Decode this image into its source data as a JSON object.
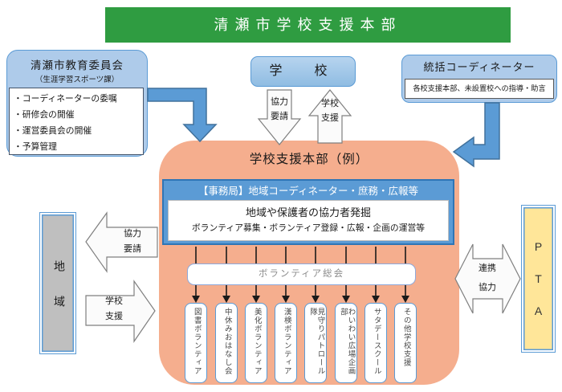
{
  "banner": {
    "title": "清瀬市学校支援本部"
  },
  "board_of_education": {
    "title": "清瀬市教育委員会",
    "subtitle": "（生涯学習スポーツ課）",
    "items": [
      "・コーディネーターの委嘱",
      "・研修会の開催",
      "・運営委員会の開催",
      "・予算管理"
    ]
  },
  "school": {
    "title": "学　校"
  },
  "coordinator": {
    "title": "統括コーディネーター",
    "note": "各校支援本部、未設置校への指導・助言"
  },
  "headquarters": {
    "title": "学校支援本部（例）",
    "secretariat": "【事務局】地域コーディネーター・庶務・広報等",
    "line1": "地域や保護者の協力者発掘",
    "line2": "ボランティア募集・ボランティア登録・広報・企画の運営等",
    "assembly": "ボランティア総会",
    "groups": [
      "図書ボランティア",
      "中休みおはなし会",
      "美化ボランティア",
      "漢検ボランティア",
      "見守りパトロール隊",
      "わいわい広場企画部",
      "サタデースクール",
      "その他学校支援"
    ]
  },
  "region": {
    "title": "地域"
  },
  "pta": {
    "title": "PTA"
  },
  "arrows": {
    "school_request": "協力\n要請",
    "school_support": "学校\n支援",
    "region_request": "協力\n要請",
    "region_support": "学校\n支援",
    "pta_collab": "連携\n協力"
  },
  "colors": {
    "banner_green": "#2F9C41",
    "light_blue": "#AECBEA",
    "accent_blue": "#5B9BD5",
    "salmon": "#F5AE8E",
    "pta_yellow": "#FFE699",
    "region_gray": "#BFBFBF"
  }
}
